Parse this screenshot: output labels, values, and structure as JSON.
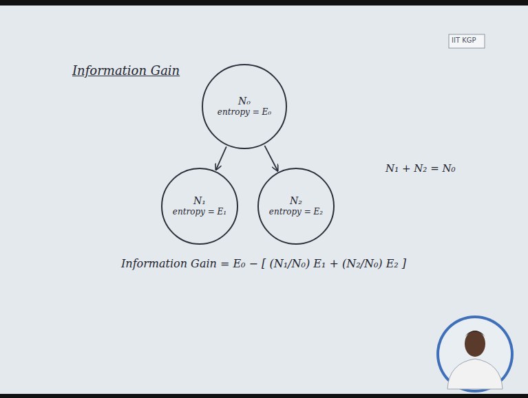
{
  "diagram": {
    "title": "Information Gain",
    "nodes": [
      {
        "text": [
          "N₀",
          "entropy = E₀"
        ]
      },
      {
        "text": [
          "N₁",
          "entropy = E₁"
        ]
      },
      {
        "text": [
          "N₂",
          "entropy = E₂"
        ]
      }
    ],
    "edges": [
      {
        "from": 0,
        "to": 1,
        "arrow": "to"
      },
      {
        "from": 0,
        "to": 2,
        "arrow": "to"
      }
    ],
    "labels": [
      "N₁ + N₂ = N₀",
      "Information Gain = E₀ − [ (N₁/N₀) E₁ + (N₂/N₀) E₂ ]",
      "IIT KGP"
    ]
  }
}
